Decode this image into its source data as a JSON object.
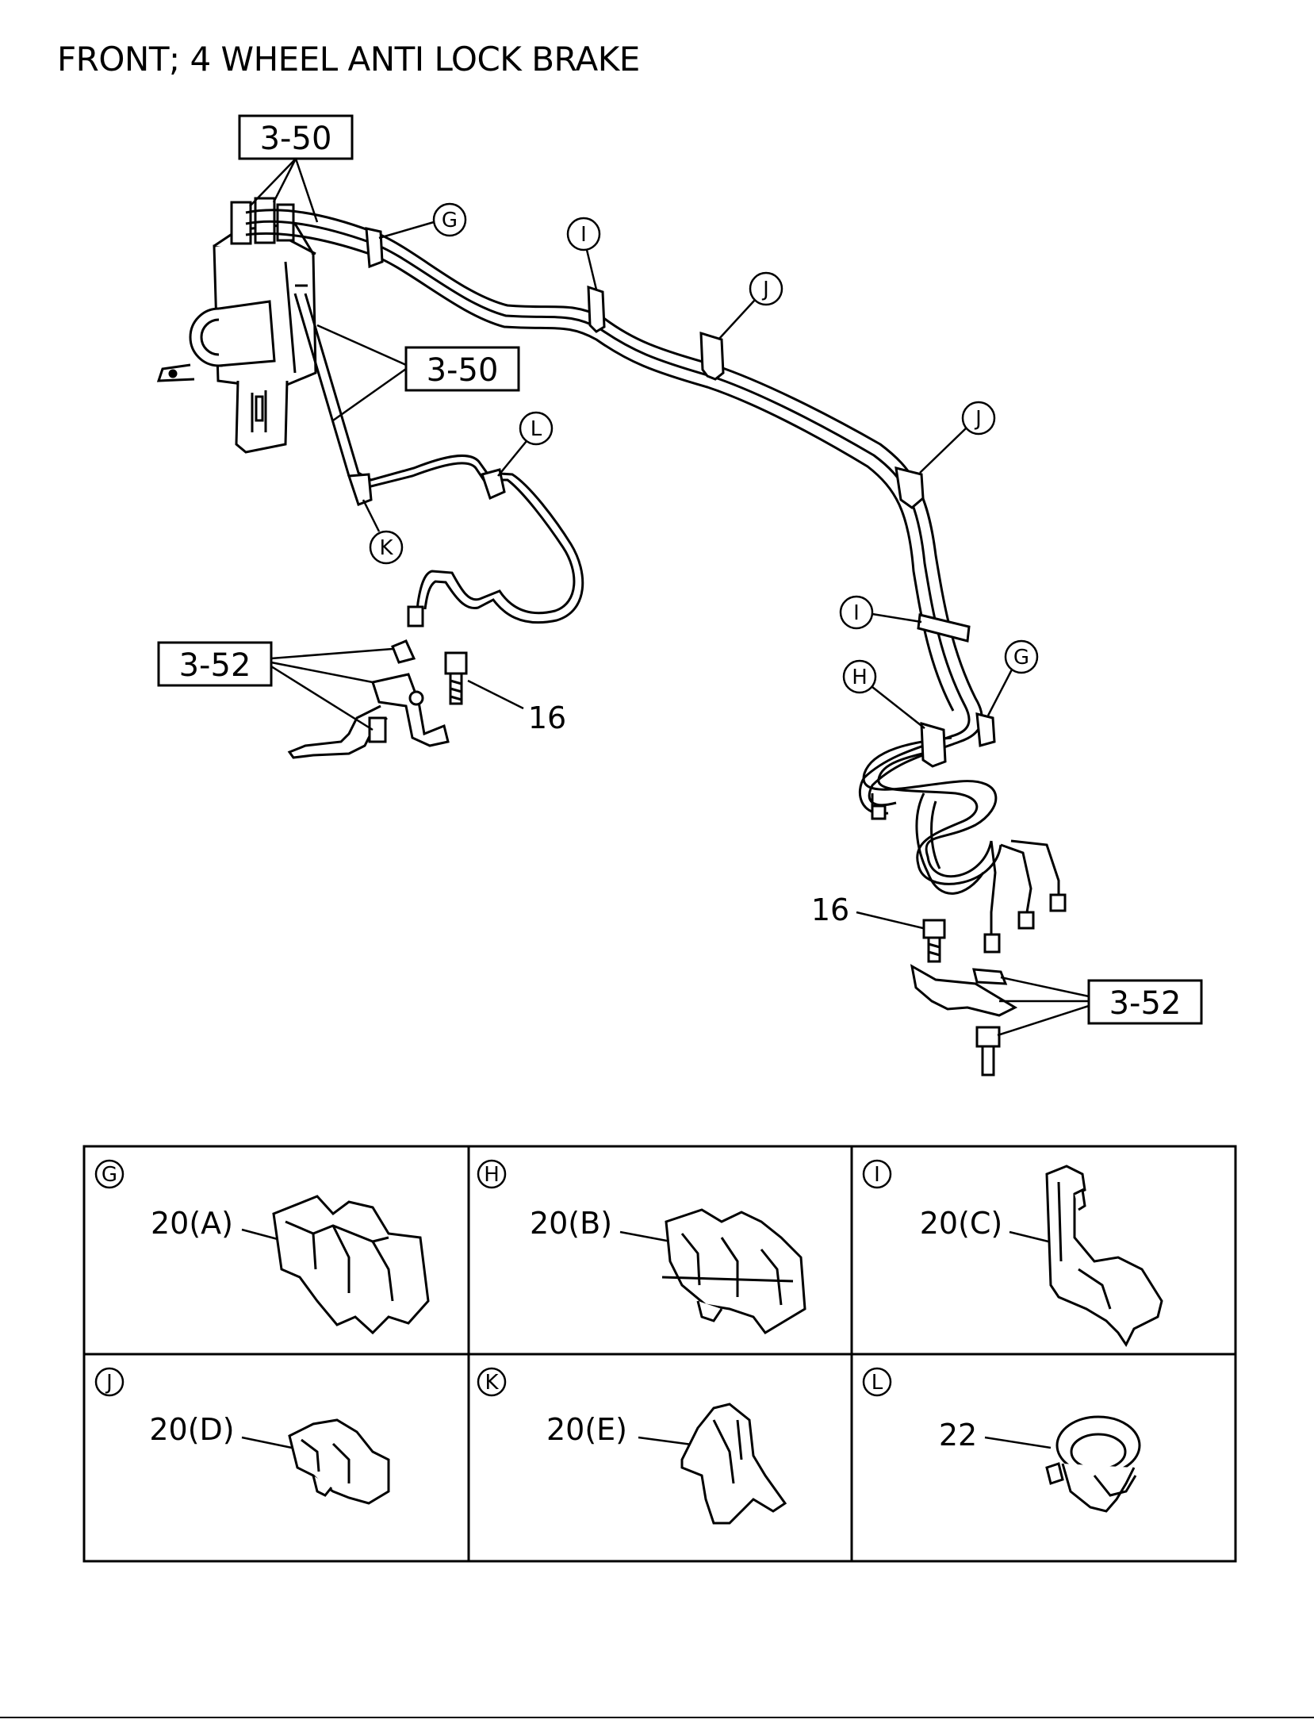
{
  "title": "FRONT; 4 WHEEL ANTI LOCK BRAKE",
  "refs": {
    "r350_top": "3-50",
    "r350_mid": "3-50",
    "r352_left": "3-52",
    "r352_right": "3-52"
  },
  "callouts": {
    "g_top": "G",
    "i_top": "I",
    "j_top": "J",
    "j_mid": "J",
    "l": "L",
    "k": "K",
    "i_mid": "I",
    "g_mid": "G",
    "h": "H"
  },
  "part_nums": {
    "bolt_left": "16",
    "bolt_right": "16"
  },
  "detail_cells": [
    {
      "letter": "G",
      "part": "20(A)"
    },
    {
      "letter": "H",
      "part": "20(B)"
    },
    {
      "letter": "I",
      "part": "20(C)"
    },
    {
      "letter": "J",
      "part": "20(D)"
    },
    {
      "letter": "K",
      "part": "20(E)"
    },
    {
      "letter": "L",
      "part": "22"
    }
  ]
}
